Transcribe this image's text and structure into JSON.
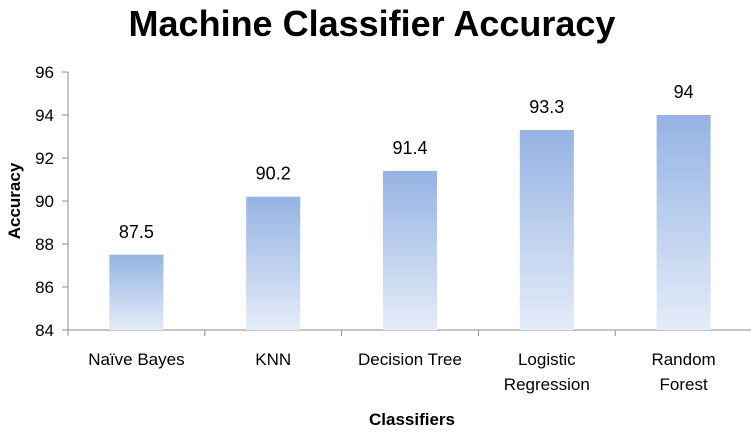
{
  "chart_data": {
    "type": "bar",
    "title": "Machine Classifier Accuracy",
    "xlabel": "Classifiers",
    "ylabel": "Accuracy",
    "categories": [
      [
        "Naïve Bayes"
      ],
      [
        "KNN"
      ],
      [
        "Decision Tree"
      ],
      [
        "Logistic",
        "Regression"
      ],
      [
        "Random",
        "Forest"
      ]
    ],
    "values": [
      87.5,
      90.2,
      91.4,
      93.3,
      94
    ],
    "data_labels": [
      "87.5",
      "90.2",
      "91.4",
      "93.3",
      "94"
    ],
    "y_ticks": [
      "84",
      "86",
      "88",
      "90",
      "92",
      "94",
      "96"
    ],
    "ylim": [
      84,
      96
    ],
    "grid": false,
    "legend": "none",
    "colors": {
      "bar_top": "#95b3e3",
      "bar_bottom": "#e4ecf8",
      "axis": "#8c8c8c"
    }
  }
}
